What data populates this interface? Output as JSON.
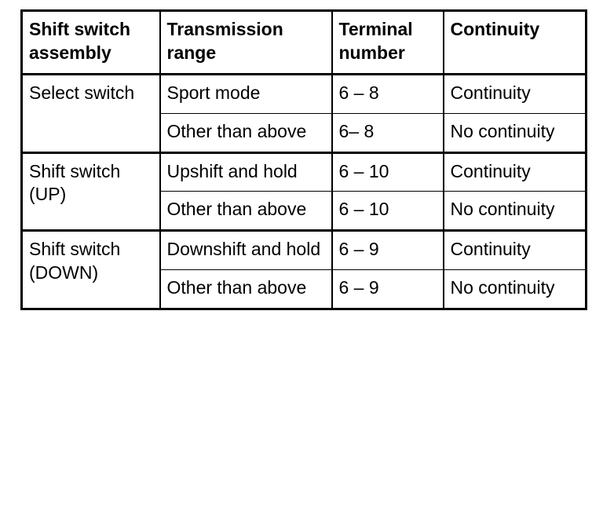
{
  "table": {
    "columns": [
      {
        "key": "assembly",
        "header": "Shift switch assembly"
      },
      {
        "key": "range",
        "header": "Transmission range"
      },
      {
        "key": "terminal",
        "header": "Terminal number"
      },
      {
        "key": "continuity",
        "header": "Continuity"
      }
    ],
    "groups": [
      {
        "assembly": "Select switch",
        "rows": [
          {
            "range": "Sport mode",
            "terminal": "6 – 8",
            "continuity": "Continuity"
          },
          {
            "range": "Other than above",
            "terminal": "6– 8",
            "continuity": "No continuity"
          }
        ]
      },
      {
        "assembly": "Shift switch (UP)",
        "rows": [
          {
            "range": "Upshift and hold",
            "terminal": "6 – 10",
            "continuity": "Continuity"
          },
          {
            "range": "Other than above",
            "terminal": "6 – 10",
            "continuity": "No continuity"
          }
        ]
      },
      {
        "assembly": "Shift switch (DOWN)",
        "rows": [
          {
            "range": "Downshift and hold",
            "terminal": "6 – 9",
            "continuity": "Continuity"
          },
          {
            "range": "Other than above",
            "terminal": "6 – 9",
            "continuity": "No continuity"
          }
        ]
      }
    ]
  },
  "colors": {
    "background": "#ffffff",
    "text": "#000000",
    "border": "#000000"
  }
}
